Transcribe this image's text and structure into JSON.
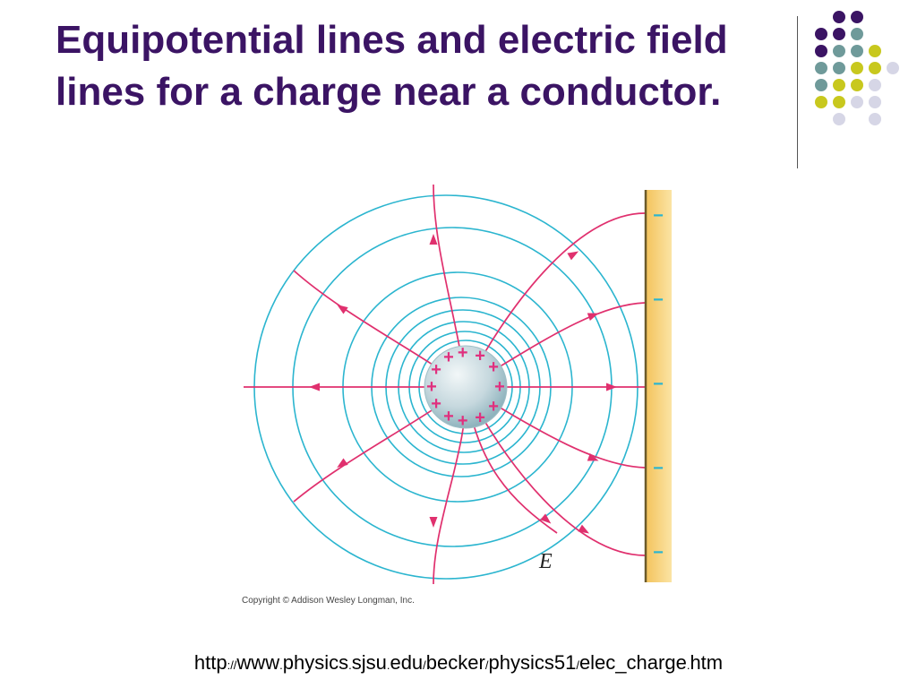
{
  "slide": {
    "title": "Equipotential lines and electric field lines for a charge near a conductor.",
    "copyright": "Copyright © Addison Wesley Longman, Inc.",
    "field_label": "E",
    "url_parts": {
      "scheme": "http",
      "sep1": "://",
      "host1": "www",
      "dot1": ".",
      "host2": "physics",
      "dot2": ".",
      "host3": "sjsu",
      "dot3": ".",
      "host4": "edu",
      "sep2": "/",
      "path1": "becker",
      "sep3": "/",
      "path2": "physics51",
      "sep4": "/",
      "file": "elec_charge",
      "dot4": ".",
      "ext": "htm"
    }
  },
  "colors": {
    "title": "#3b1464",
    "dark_purple": "#3b1464",
    "teal": "#6f9a9a",
    "yellow_green": "#c8c81e",
    "lavender": "#d6d6e6",
    "equipotential": "#2bb5cf",
    "field_line": "#e0306e",
    "conductor": "#f7cf6e",
    "charge": "#e0307e"
  },
  "diagram": {
    "plus_sign": "+",
    "minus_sign": "−",
    "positive_charges": 12,
    "negative_charges": 5
  }
}
